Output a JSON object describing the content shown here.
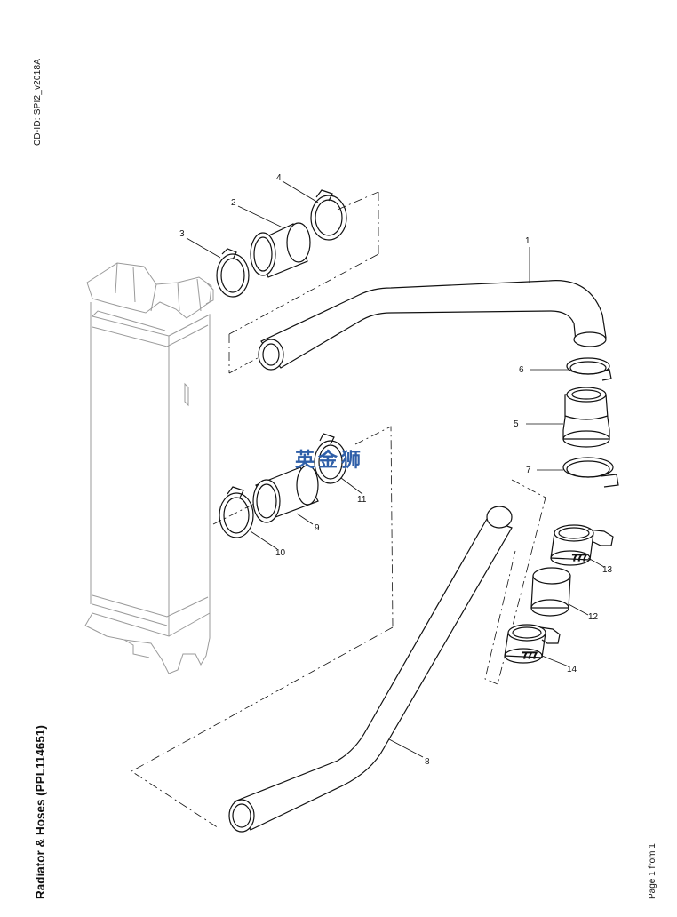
{
  "header": {
    "cd_id": "CD-ID: SPI2_v2018A"
  },
  "footer": {
    "title": "Radiator & Hoses (PPL114651)",
    "page": "Page 1 from 1"
  },
  "watermark": "英金狮",
  "clamp_marking": "777",
  "callouts": [
    "1",
    "2",
    "3",
    "4",
    "5",
    "6",
    "7",
    "8",
    "9",
    "10",
    "11",
    "12",
    "13",
    "14"
  ],
  "colors": {
    "line": "#111111",
    "ghost": "#9a9a9a",
    "watermark": "#2f5fa8"
  }
}
